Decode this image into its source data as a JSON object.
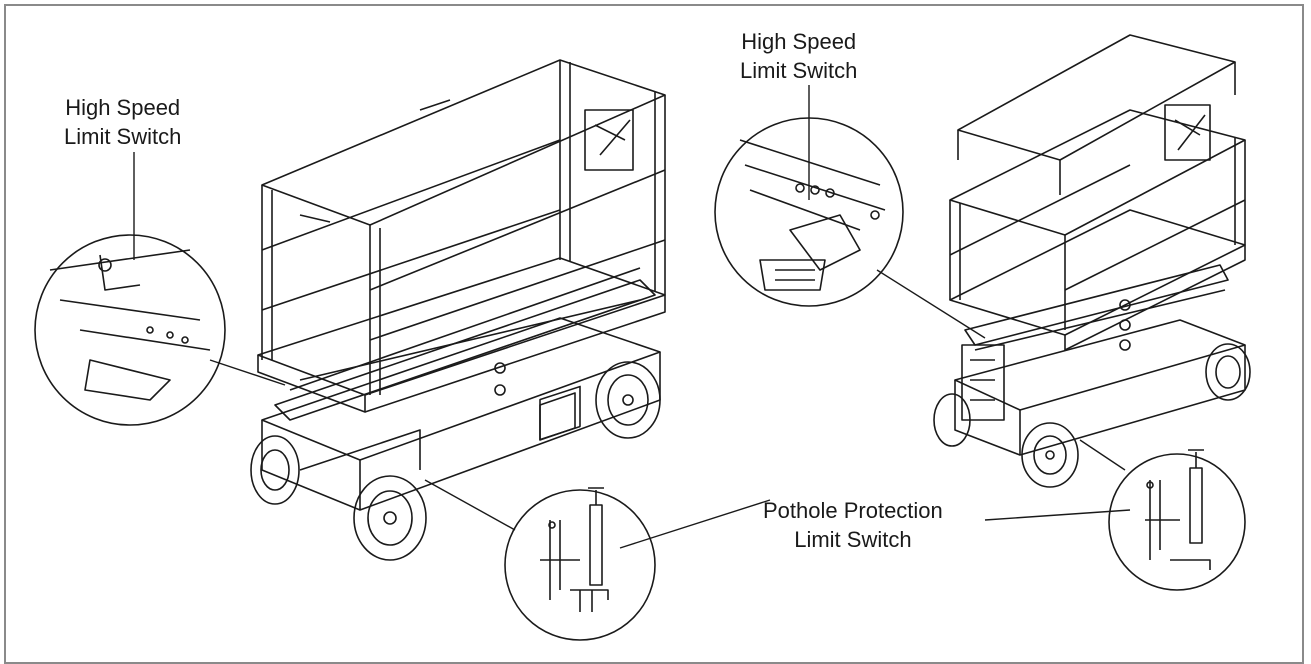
{
  "labels": {
    "high_speed_left": {
      "line1": "High Speed",
      "line2": "Limit Switch"
    },
    "high_speed_right": {
      "line1": "High Speed",
      "line2": "Limit Switch"
    },
    "pothole": {
      "line1": "Pothole Protection",
      "line2": "Limit Switch"
    }
  },
  "colors": {
    "ink": "#1a1a1a",
    "border": "#8a8a8a"
  }
}
